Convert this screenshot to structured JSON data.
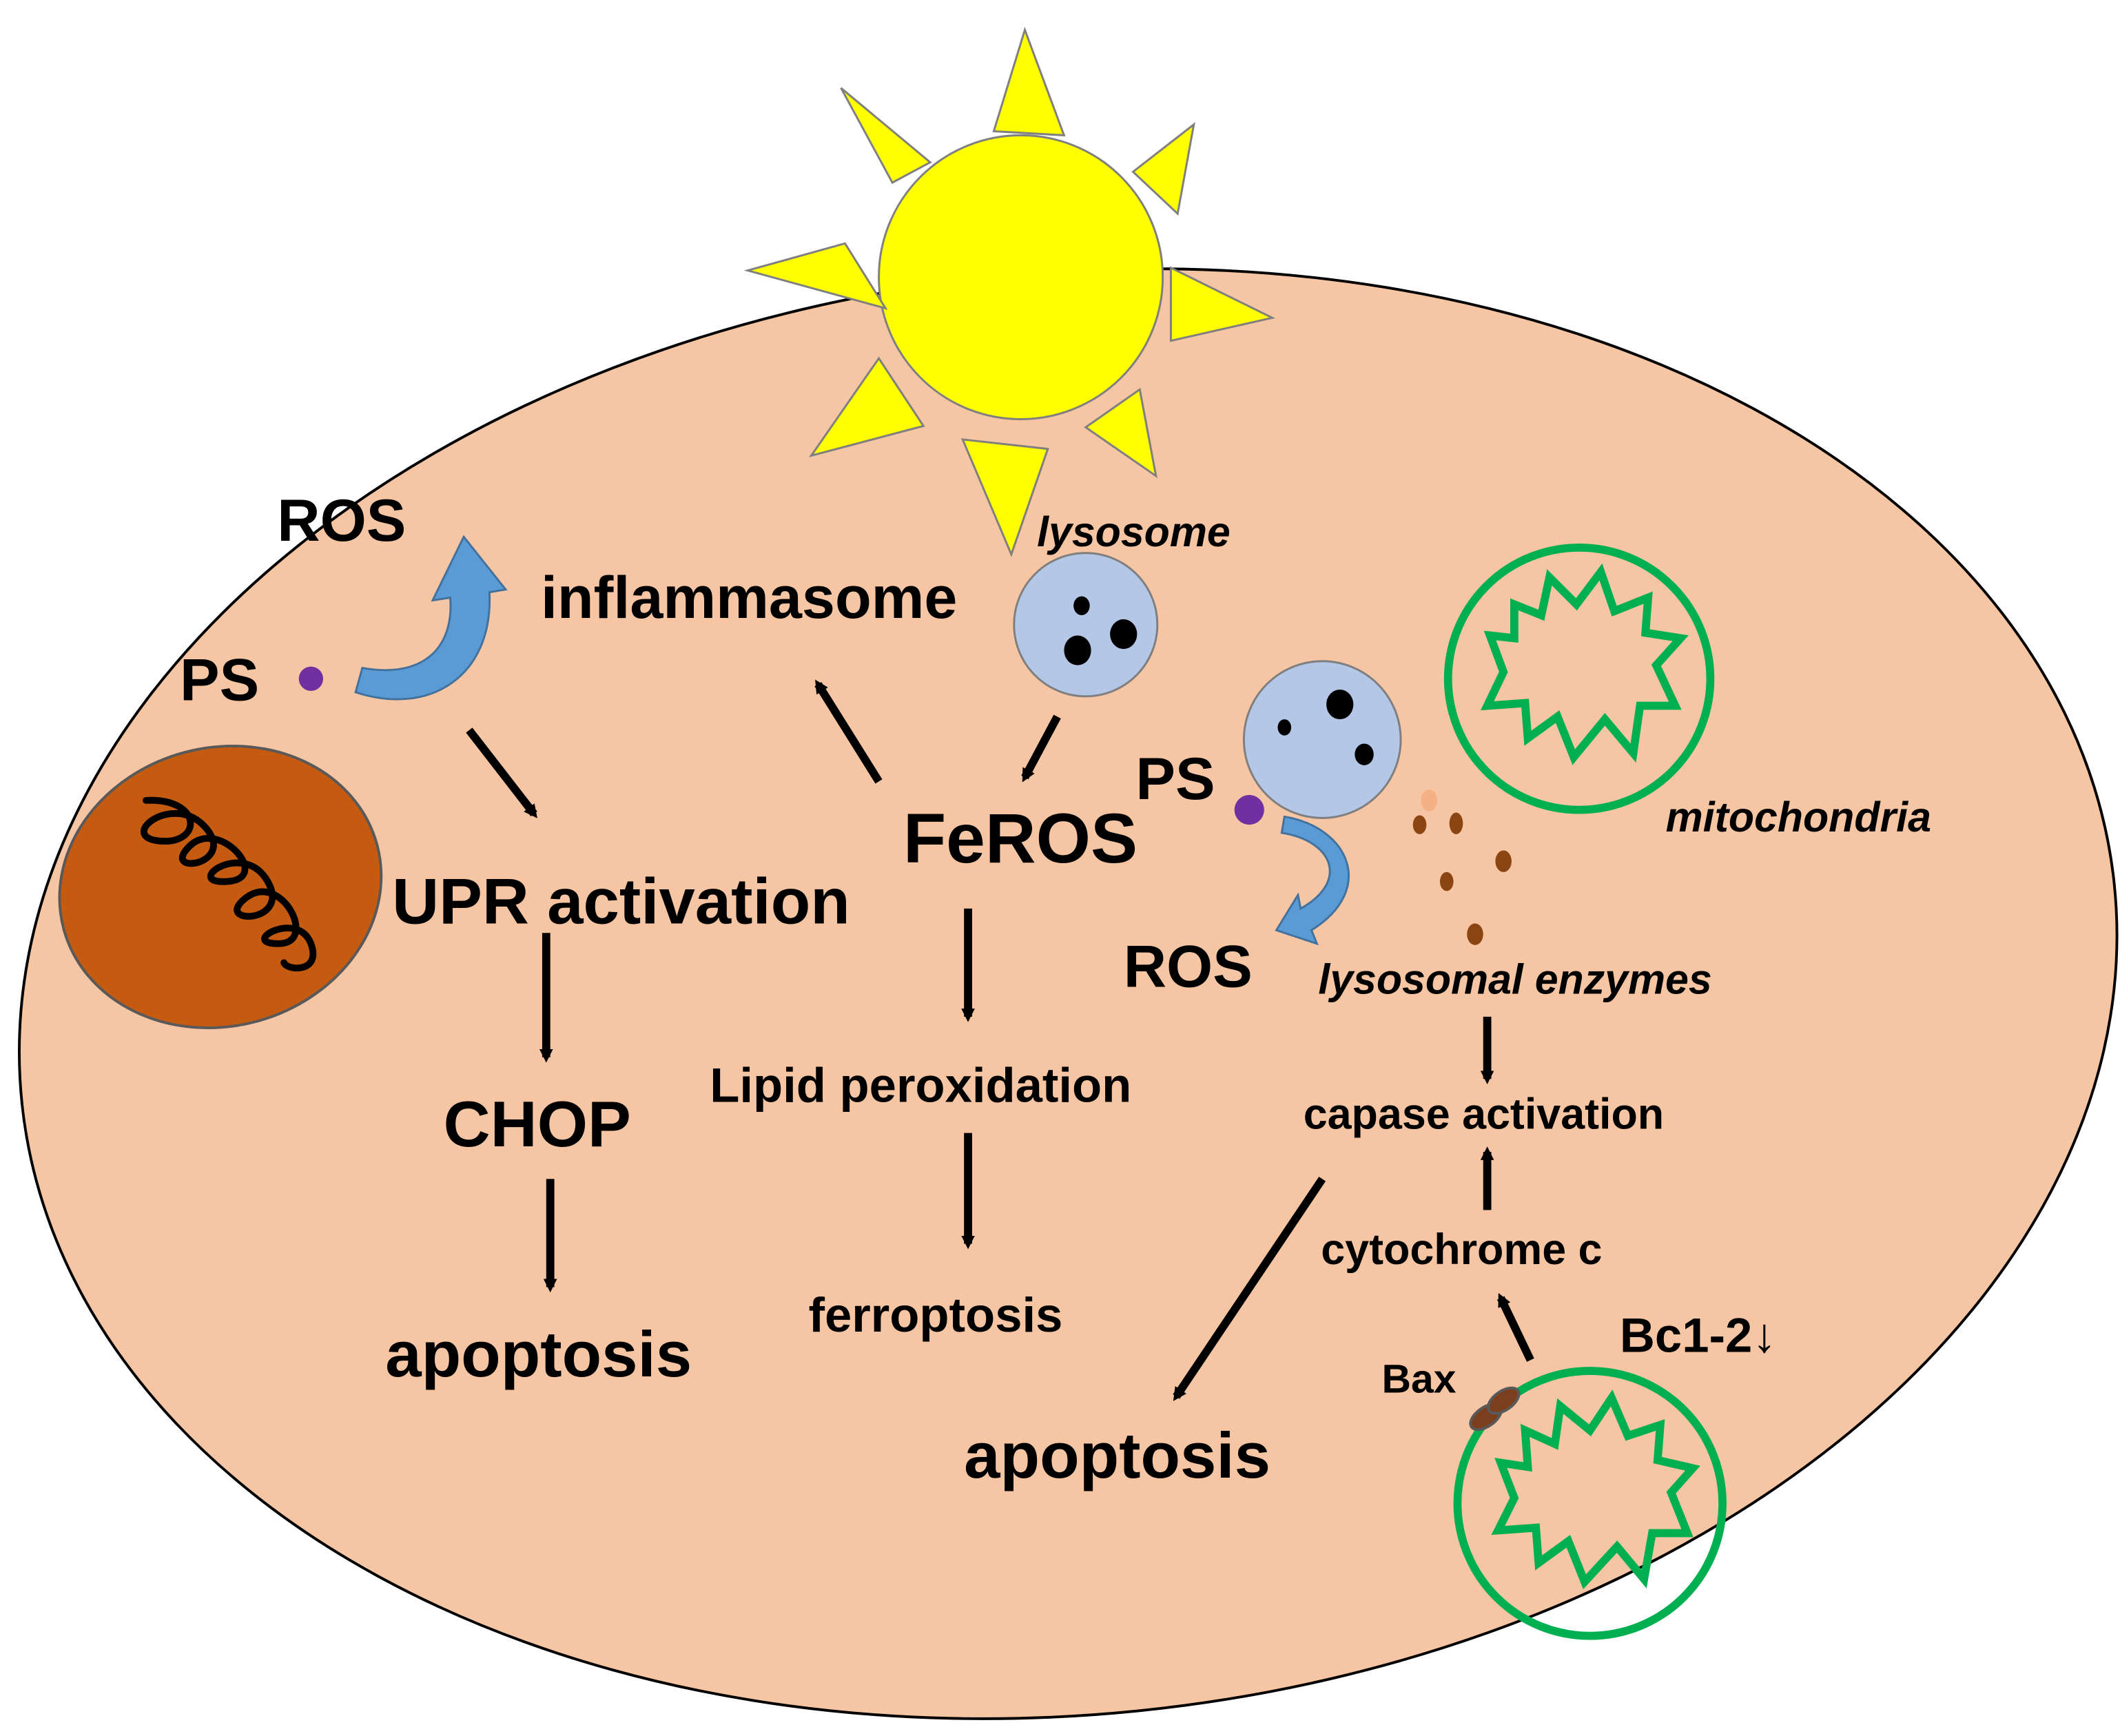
{
  "labels": {
    "ros_left": "ROS",
    "ps_left": "PS",
    "inflammasome": "inflammasome",
    "lysosome": "lysosome",
    "upr_activation": "UPR activation",
    "feros": "FeROS",
    "ps_right": "PS",
    "ros_right": "ROS",
    "lysosomal_enzymes": "lysosomal enzymes",
    "mitochondria": "mitochondria",
    "chop": "CHOP",
    "apoptosis_left": "apoptosis",
    "lipid_peroxidation": "Lipid peroxidation",
    "ferroptosis": "ferroptosis",
    "capase_activation": "capase activation",
    "cytochrome_c": "cytochrome c",
    "bax": "Bax",
    "bcl2": "Bc1-2↓",
    "apoptosis_bottom": "apoptosis"
  },
  "colors": {
    "cell": "#f6c6a4",
    "sun": "#ffff00",
    "lysosome": "#b4c7e7",
    "nucleus": "#c55a11",
    "mitochondria": "#00b050",
    "ps_dot": "#7030a0",
    "ros_arrow": "#5b9bd5",
    "enzyme": "#8b4513"
  }
}
